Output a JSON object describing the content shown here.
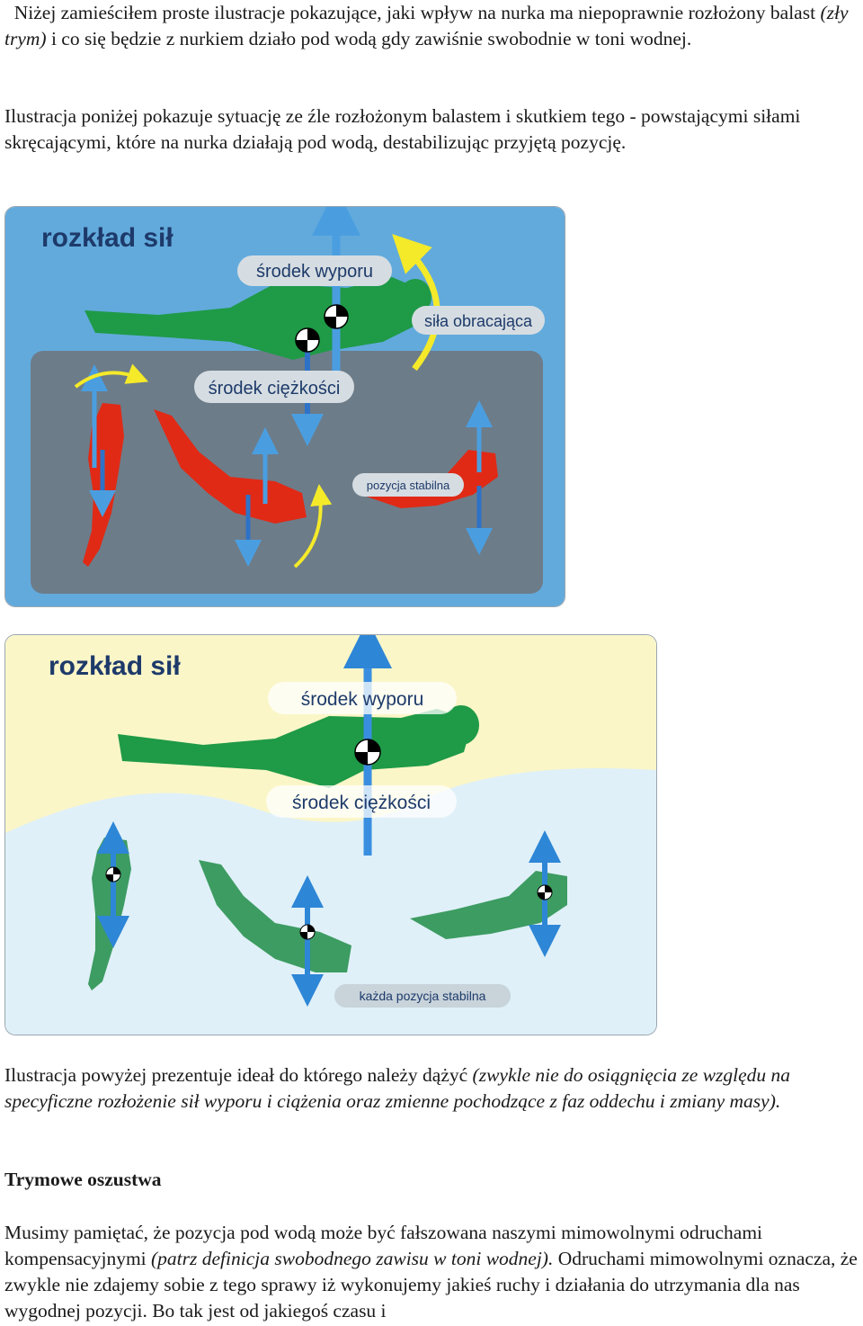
{
  "intro": {
    "t1": "Niżej zamieściłem proste ilustracje pokazujące, jaki wpływ na nurka ma niepoprawnie rozłożony balast ",
    "t1_em": "(zły trym)",
    "t2": " i co się będzie z nurkiem działo pod wodą gdy zawiśnie swobodnie w toni wodnej."
  },
  "para2": "Ilustracja poniżej  pokazuje sytuację ze źle rozłożonym balastem i skutkiem tego - powstającymi siłami skręcającymi, które na nurka działają pod wodą, destabilizując przyjętą pozycję.",
  "figure1": {
    "title": "rozkład sił",
    "buoyancy_label": "środek wyporu",
    "rotation_label": "siła obracająca",
    "gravity_label": "środek ciężkości",
    "stable_label": "pozycja stabilna",
    "colors": {
      "outer": "#62aadc",
      "inner": "#6d7c89",
      "diver_top": "#1f9a47",
      "diver_red": "#e02a16",
      "arrow": "#4a9ee0",
      "curve": "#f4ea2a"
    }
  },
  "figure2": {
    "title": "rozkład sił",
    "buoyancy_label": "środek wyporu",
    "gravity_label": "środek ciężkości",
    "stable_label": "każda pozycja stabilna",
    "colors": {
      "top": "#fbf6c8",
      "bottom": "#dff0f8",
      "diver_top": "#1f9a47",
      "diver_mid": "#3d9c62",
      "arrow": "#2e86d6"
    }
  },
  "para3": {
    "t1": "Ilustracja powyżej  prezentuje ideał do którego należy dążyć ",
    "t1_em": "(zwykle nie do osiągnięcia ze względu na specyficzne rozłożenie sił wyporu i ciążenia oraz zmienne pochodzące z faz oddechu i zmiany masy)."
  },
  "heading": "Trymowe oszustwa",
  "para4": {
    "t1": "Musimy pamiętać, że pozycja pod wodą może być fałszowana naszymi mimowolnymi odruchami kompensacyjnymi ",
    "t1_em": "(patrz definicja swobodnego zawisu w toni wodnej).",
    "t2": " Odruchami mimowolnymi oznacza, że zwykle nie zdajemy sobie z tego sprawy iż wykonujemy jakieś ruchy i działania do utrzymania dla nas wygodnej pozycji. Bo tak jest od jakiegoś czasu i"
  }
}
